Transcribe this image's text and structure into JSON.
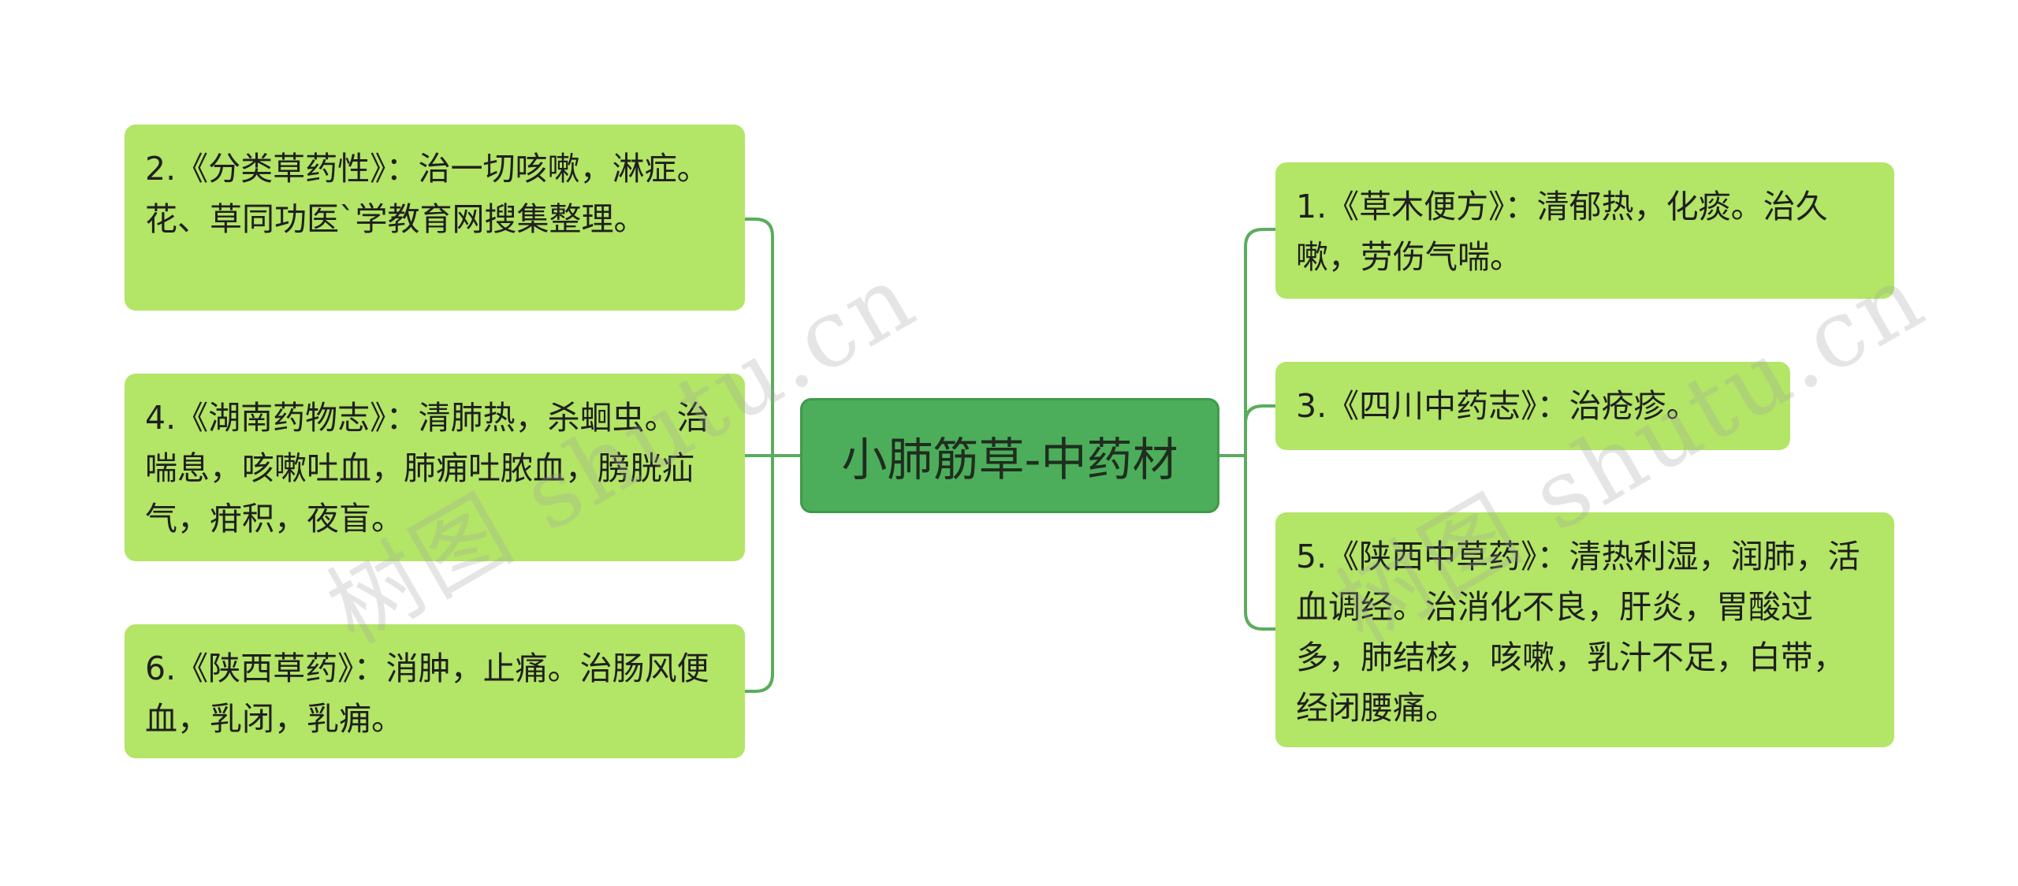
{
  "central_topic": "小肺筋草-中药材",
  "left_branches": [
    {
      "text": "2.《分类草药性》：治一切咳嗽，淋症。花、草同功医`学教育网搜集整理。"
    },
    {
      "text": "4.《湖南药物志》：清肺热，杀蛔虫。治喘息，咳嗽吐血，肺痈吐脓血，膀胱疝气，疳积，夜盲。"
    },
    {
      "text": "6.《陕西草药》：消肿，止痛。治肠风便血，乳闭，乳痈。"
    }
  ],
  "right_branches": [
    {
      "text": "1.《草木便方》：清郁热，化痰。治久嗽，劳伤气喘。"
    },
    {
      "text": "3.《四川中药志》：治疮疹。"
    },
    {
      "text": "5.《陕西中草药》：清热利湿，润肺，活血调经。治消化不良，肝炎，胃酸过多，肺结核，咳嗽，乳汁不足，白带，经闭腰痛。"
    }
  ],
  "watermark": {
    "left": "树图 shutu.cn",
    "right": "树图 shutu.cn"
  },
  "colors": {
    "branch_fill": "#b3e566",
    "center_fill": "#4cae5a",
    "connector": "#5aad5e"
  }
}
